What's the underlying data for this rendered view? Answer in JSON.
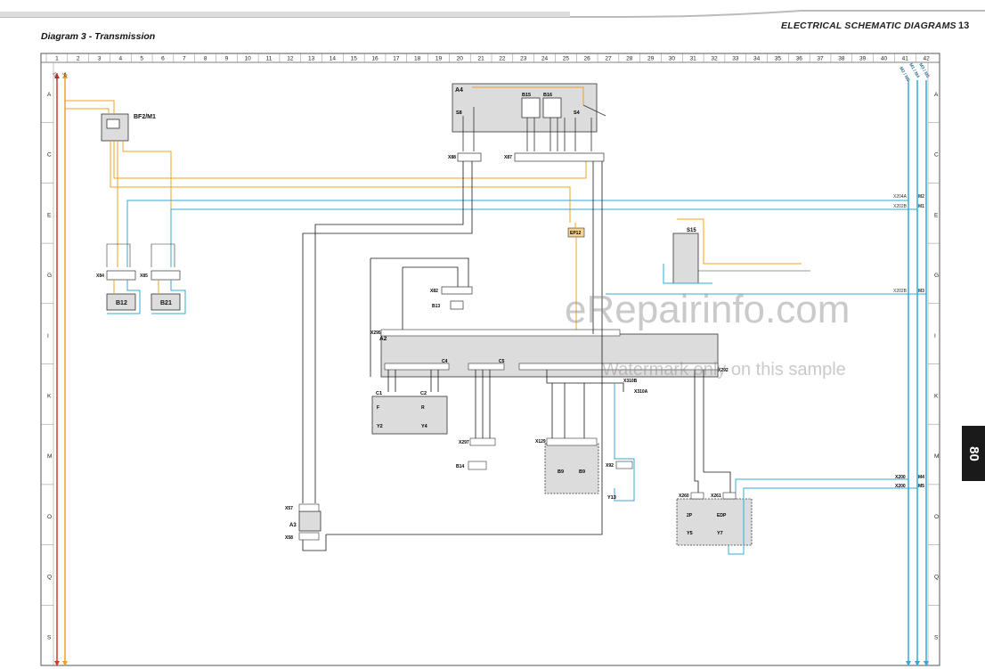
{
  "header": {
    "section_title": "ELECTRICAL SCHEMATIC DIAGRAMS",
    "page_number": "13",
    "diagram_title": "Diagram 3 - Transmission",
    "section_tab": "80"
  },
  "grid": {
    "columns": [
      "1",
      "2",
      "3",
      "4",
      "5",
      "6",
      "7",
      "8",
      "9",
      "10",
      "11",
      "12",
      "13",
      "14",
      "15",
      "16",
      "17",
      "18",
      "19",
      "20",
      "21",
      "22",
      "23",
      "24",
      "25",
      "26",
      "27",
      "28",
      "29",
      "30",
      "31",
      "32",
      "33",
      "34",
      "35",
      "36",
      "37",
      "38",
      "39",
      "40",
      "41",
      "42"
    ],
    "rows": [
      "A",
      "C",
      "E",
      "G",
      "I",
      "K",
      "M",
      "O",
      "Q",
      "S"
    ]
  },
  "components": {
    "bf2_m1": "BF2/M1",
    "a4": "A4",
    "b12": "B12",
    "b21": "B21",
    "b14": "B14",
    "b13": "B13",
    "a2": "A2",
    "a3": "A3",
    "s15": "S15",
    "ep12": "EP12",
    "b9a": "B9",
    "b9b": "B9",
    "b15": "B15",
    "b16": "B16",
    "s4": "S4",
    "s8": "S8",
    "y2": "Y2",
    "y4": "Y4",
    "y5": "Y5",
    "y7": "Y7",
    "y13": "Y13",
    "c1": "C1",
    "c2": "C2",
    "c4": "C4",
    "c5": "C5",
    "y2_letter": "F",
    "y4_letter": "R",
    "y5_label": "2P",
    "y7_label": "EDP"
  },
  "connectors": {
    "x84": "X84",
    "x85": "X85",
    "x88": "X88",
    "x87": "X87",
    "x82": "X82",
    "x295": "X295",
    "x297": "X297",
    "x129": "X129",
    "x92": "X92",
    "x260": "X260",
    "x261": "X261",
    "x57": "X57",
    "x58": "X58",
    "x310a": "X310A",
    "x310a2": "X310A",
    "x310b": "X310B",
    "x310b2": "X310B",
    "x292": "X292",
    "x202": "X202"
  },
  "rails": {
    "left_a": "15A",
    "left_b": "30",
    "right_labels": [
      "M2 / M6",
      "M1 / M4",
      "M3 / M5"
    ]
  },
  "net_labels": {
    "x204a": "X204A",
    "m2": "M2",
    "x202b": "X202B",
    "m1": "M1",
    "x202b_2": "X202B",
    "m3": "M3",
    "x200_m4": "X200",
    "m4": "M4",
    "x200_m5": "X200",
    "m5": "M5"
  },
  "colors": {
    "orange": "#f0a020",
    "blue": "#35a8d6",
    "red": "#d23b2a",
    "black": "#1a1a1a",
    "box_fill": "#dcdcdc",
    "grid_line": "#9a9a9a"
  },
  "watermark": {
    "line1": "eRepairinfo.com",
    "line2": "Watermark only on this sample"
  }
}
